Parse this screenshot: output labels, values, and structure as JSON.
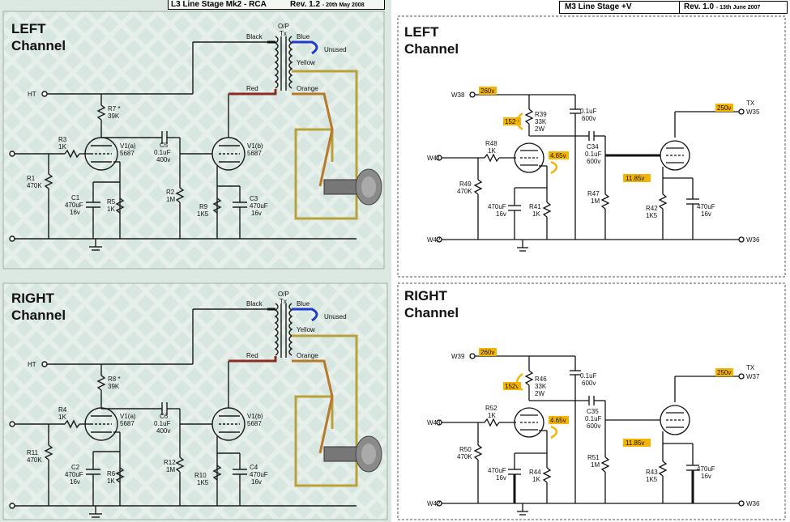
{
  "left_sheet": {
    "title": "L3 Line Stage Mk2 - RCA",
    "rev": "Rev. 1.2",
    "date": "- 20th May 2008",
    "left": {
      "heading1": "LEFT",
      "heading2": "Channel",
      "ht": "HT",
      "r7": "R7 *",
      "r7v": "39K",
      "r3": "R3",
      "r3v": "1K",
      "r1": "R1",
      "r1v": "470K",
      "c1": "C1",
      "c1v1": "470uF",
      "c1v2": "16v",
      "r5": "R5",
      "r5v": "1K",
      "c5": "C5",
      "c5v1": "0.1uF",
      "c5v2": "400v",
      "r2": "R2",
      "r2v": "1M",
      "va": "V1(a)",
      "vat": "5687",
      "vb": "V1(b)",
      "vbt": "5687",
      "r9": "R9",
      "r9v": "1K5",
      "c3": "C3",
      "c3v1": "470uF",
      "c3v2": "16v",
      "op": "O/P",
      "tx": "Tx",
      "black": "Black",
      "red": "Red",
      "blue": "Blue",
      "yellow": "Yellow",
      "orange": "Orange",
      "unused": "Unused"
    },
    "right": {
      "heading1": "RIGHT",
      "heading2": "Channel",
      "ht": "HT",
      "r8": "R8 *",
      "r8v": "39K",
      "r4": "R4",
      "r4v": "1K",
      "r11": "R11",
      "r11v": "470K",
      "c2": "C2",
      "c2v1": "470uF",
      "c2v2": "16v",
      "r6": "R6",
      "r6v": "1K",
      "c6": "C6",
      "c6v1": "0.1uF",
      "c6v2": "400v",
      "r12": "R12",
      "r12v": "1M",
      "va": "V1(a)",
      "vat": "5687",
      "vb": "V1(b)",
      "vbt": "5687",
      "r10": "R10",
      "r10v": "1K5",
      "c4": "C4",
      "c4v1": "470uF",
      "c4v2": "16v",
      "op": "O/P",
      "tx": "Tx",
      "black": "Black",
      "red": "Red",
      "blue": "Blue",
      "yellow": "Yellow",
      "orange": "Orange",
      "unused": "Unused"
    }
  },
  "right_sheet": {
    "title": "M3 Line Stage +V",
    "rev": "Rev. 1.0",
    "date": "- 13th June 2007",
    "left": {
      "heading1": "LEFT",
      "heading2": "Channel",
      "w_top": "W38",
      "w_in": "W41",
      "w_gnd": "W42",
      "w_tx": "W35",
      "w_gnd_r": "W36",
      "tx": "TX",
      "v260": "260v",
      "v152": "152v",
      "v465": "4.65v",
      "v250": "250v",
      "v1185": "11.85v",
      "r39": "R39",
      "r39v1": "33K",
      "r39v2": "2W",
      "r48": "R48",
      "r48v": "1K",
      "r49": "R49",
      "r49v": "470K",
      "cap1": "470uF",
      "cap1v": "16v",
      "r41": "R41",
      "r41v": "1K",
      "c34": "C34",
      "c34v1": "0.1uF",
      "c34v2": "600v",
      "ctop1": "0.1uF",
      "ctop2": "600v",
      "r47": "R47",
      "r47v": "1M",
      "r42": "R42",
      "r42v": "1K5",
      "cap2": "470uF",
      "cap2v": "16v"
    },
    "right": {
      "heading1": "RIGHT",
      "heading2": "Channel",
      "w_top": "W39",
      "w_in": "W43",
      "w_gnd": "W42",
      "w_tx": "W37",
      "w_gnd_r": "W36",
      "tx": "TX",
      "v260": "260v",
      "v152": "152v",
      "v465": "4.65v",
      "v250": "250v",
      "v1185": "11.85v",
      "r46": "R46",
      "r46v1": "33K",
      "r46v2": "2W",
      "r52": "R52",
      "r52v": "1K",
      "r50": "R50",
      "r50v": "470K",
      "cap1": "470uF",
      "cap1v": "16v",
      "r44": "R44",
      "r44v": "1K",
      "c35": "C35",
      "c35v1": "0.1uF",
      "c35v2": "600v",
      "ctop1": "0.1uF",
      "ctop2": "600v",
      "r51": "R51",
      "r51v": "1M",
      "r43": "R43",
      "r43v": "1K5",
      "cap2": "470uF",
      "cap2v": "16v"
    }
  }
}
